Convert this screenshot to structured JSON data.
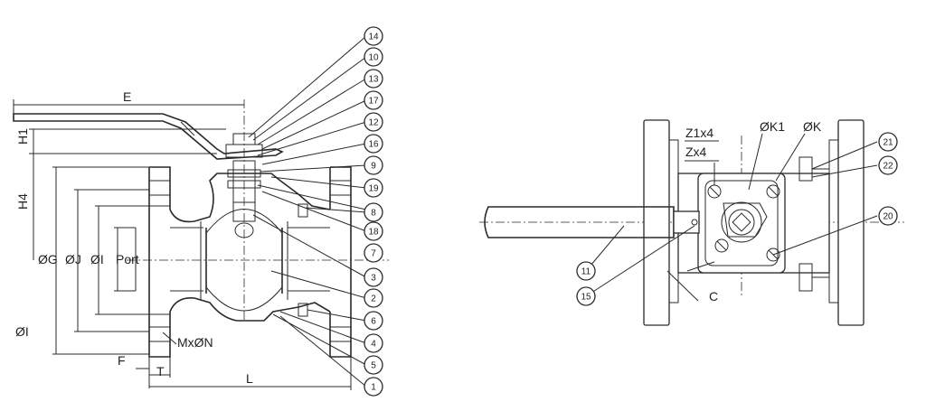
{
  "left_view": {
    "dims": {
      "E": "E",
      "H1": "H1",
      "H4": "H4",
      "OG": "ØG",
      "OJ": "ØJ",
      "OI": "ØI",
      "port": "Port",
      "OI_outer": "ØI",
      "MxON": "MxØN",
      "F": "F",
      "T": "T",
      "L": "L"
    },
    "balloons": [
      "14",
      "10",
      "13",
      "17",
      "12",
      "16",
      "9",
      "19",
      "8",
      "18",
      "7",
      "3",
      "2",
      "6",
      "4",
      "5",
      "1"
    ]
  },
  "right_view": {
    "dims": {
      "Z1x4": "Z1x4",
      "Zx4": "Zx4",
      "OK1": "ØK1",
      "OK": "ØK",
      "C": "C"
    },
    "balloons": [
      "21",
      "22",
      "20",
      "11",
      "15"
    ]
  },
  "colors": {
    "line": "#2a2a2a",
    "background": "#ffffff"
  }
}
